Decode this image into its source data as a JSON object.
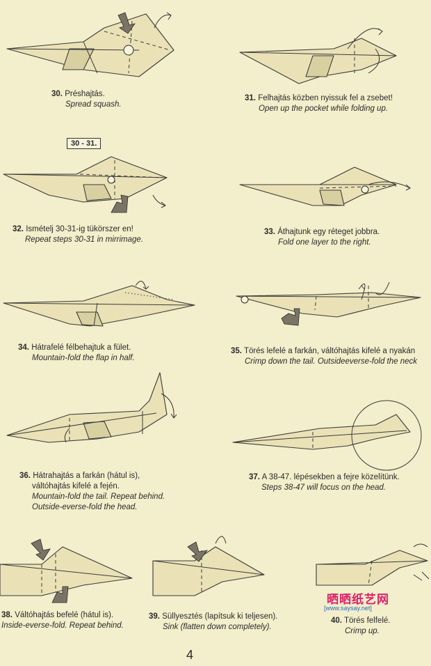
{
  "steps": [
    {
      "num": "30.",
      "hu": "Préshajtás.",
      "en": "Spread squash."
    },
    {
      "num": "31.",
      "hu": "Felhajtás közben nyissuk fel a zsebet!",
      "en": "Open up the pocket while folding up."
    },
    {
      "num": "32.",
      "hu": "Ismételj 30-31-ig tükörszer   en!",
      "en": "Repeat steps 30-31 in mirrimage."
    },
    {
      "num": "33.",
      "hu": "Áthajtunk egy réteget jobbra.",
      "en": "Fold one layer to the right."
    },
    {
      "num": "34.",
      "hu": "Hátrafelé félbehajtuk a fület.",
      "en": "Mountain-fold the flap in half."
    },
    {
      "num": "35.",
      "hu": "Törés lefelé a farkán, váltóhajtás kifelé a nyakán",
      "en": "Crimp down the tail. Outsideeverse-fold the neck"
    },
    {
      "num": "36.",
      "hu": "Hátrahajtás a farkán (hátul is),",
      "hu2": "váltóhajtás kifelé a fején.",
      "en": "Mountain-fold the tail. Repeat behind.",
      "en2": "Outside-everse-fold the head."
    },
    {
      "num": "37.",
      "hu": "A 38-47. lépésekben a fejre közelítünk.",
      "en": "Steps 38-47 will focus on the head."
    },
    {
      "num": "38.",
      "hu": "Váltóhajtás befelé (hátul is).",
      "en": "Inside-everse-fold. Repeat behind."
    },
    {
      "num": "39.",
      "hu": "Süllyesztés (lapítsuk ki teljesen).",
      "en": "Sink (flatten down completely)."
    },
    {
      "num": "40.",
      "hu": "Törés felfelé.",
      "en": "Crimp up."
    }
  ],
  "ref_label": "30 - 31.",
  "page_number": "4",
  "watermark": {
    "cn": "晒晒纸艺网",
    "url": "[www.saysay.net]"
  }
}
